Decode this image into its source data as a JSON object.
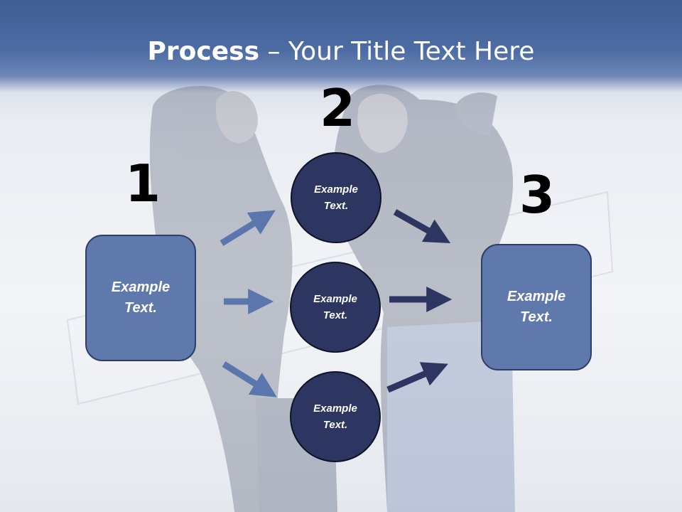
{
  "slide": {
    "title_bold": "Process",
    "title_rest": " – Your Title Text Here"
  },
  "steps": {
    "step1_number": "1",
    "step2_number": "2",
    "step3_number": "3"
  },
  "nodes": {
    "left_box": "Example\nText.",
    "circle_top": "Example\nText.",
    "circle_middle": "Example\nText.",
    "circle_bottom": "Example\nText.",
    "right_box": "Example\nText."
  },
  "colors": {
    "header": "#4d6ca4",
    "box_fill": "#6079ad",
    "circle_fill": "#2d3561",
    "arrow_light": "#5b76ad",
    "arrow_dark": "#2d3561"
  }
}
